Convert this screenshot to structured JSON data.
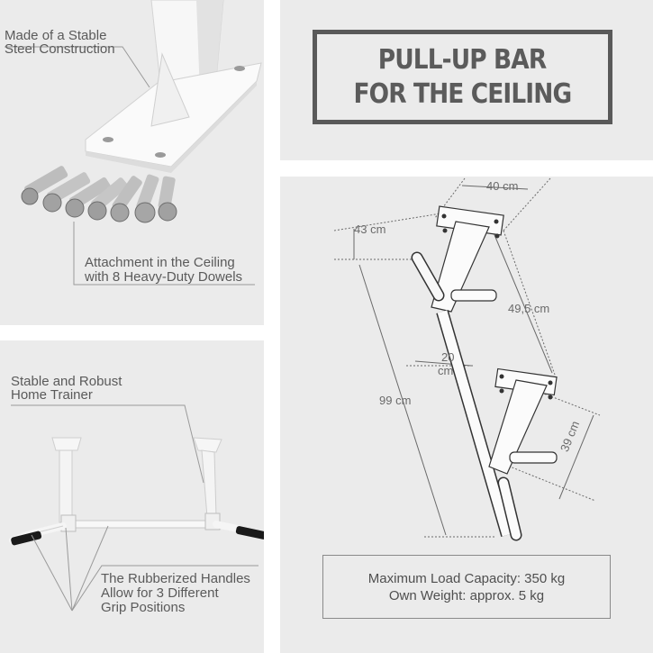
{
  "top_left": {
    "steel_label_line1": "Made of a Stable",
    "steel_label_line2": "Steel Construction",
    "dowels_label_line1": "Attachment in the Ceiling",
    "dowels_label_line2": "with 8 Heavy-Duty Dowels"
  },
  "bottom_left": {
    "trainer_label_line1": "Stable and Robust",
    "trainer_label_line2": "Home Trainer",
    "handles_label_line1": "The Rubberized Handles",
    "handles_label_line2": "Allow for 3 Different",
    "handles_label_line3": "Grip Positions"
  },
  "title": {
    "line1": "PULL-UP BAR",
    "line2": "FOR THE CEILING"
  },
  "dimensions": {
    "width_top": "40 cm",
    "offset": "43 cm",
    "length_diag": "49,5 cm",
    "spacing_line1": "20",
    "spacing_line2": "cm",
    "total_length": "99 cm",
    "handle_width": "39 cm"
  },
  "specs": {
    "load_capacity": "Maximum Load Capacity: 350 kg",
    "own_weight": "Own Weight: approx. 5 kg"
  },
  "colors": {
    "panel_bg": "#ebebeb",
    "title_border": "#595959",
    "text": "#5a5a5a",
    "handle_grip": "#1a1a1a"
  }
}
